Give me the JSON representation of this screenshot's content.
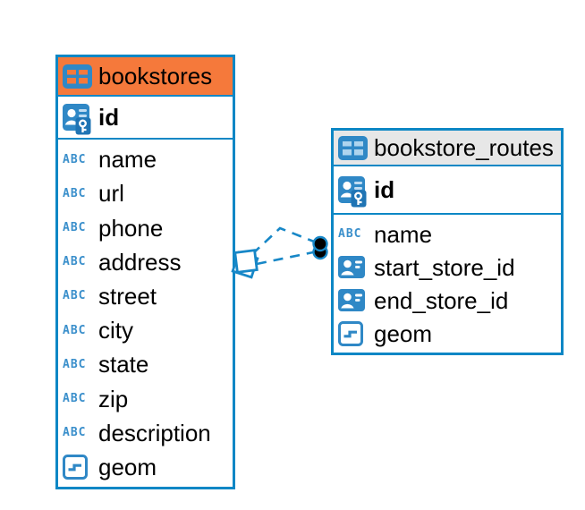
{
  "diagram_type": "entity-relationship",
  "colors": {
    "accent_blue": "#0d87c5",
    "icon_blue": "#2f88c6",
    "abc_blue": "#3a8fcb",
    "bookstores_header_bg": "#f5793b",
    "routes_header_bg": "#e7e7e7",
    "relationship_line": "#1787c7",
    "text": "#000000"
  },
  "icons": {
    "text_glyph": "ABC"
  },
  "tables": [
    {
      "name": "bookstores",
      "primary_key": "id",
      "columns": [
        {
          "name": "name",
          "type": "text"
        },
        {
          "name": "url",
          "type": "text"
        },
        {
          "name": "phone",
          "type": "text"
        },
        {
          "name": "address",
          "type": "text"
        },
        {
          "name": "street",
          "type": "text"
        },
        {
          "name": "city",
          "type": "text"
        },
        {
          "name": "state",
          "type": "text"
        },
        {
          "name": "zip",
          "type": "text"
        },
        {
          "name": "description",
          "type": "text"
        },
        {
          "name": "geom",
          "type": "geometry"
        }
      ]
    },
    {
      "name": "bookstore_routes",
      "primary_key": "id",
      "columns": [
        {
          "name": "name",
          "type": "text"
        },
        {
          "name": "start_store_id",
          "type": "foreign-key"
        },
        {
          "name": "end_store_id",
          "type": "foreign-key"
        },
        {
          "name": "geom",
          "type": "geometry"
        }
      ]
    }
  ],
  "relationship": {
    "from_table": "bookstores",
    "to_table": "bookstore_routes",
    "line_style": "dashed",
    "source_marker": "diamond",
    "target_marker": "circle"
  }
}
